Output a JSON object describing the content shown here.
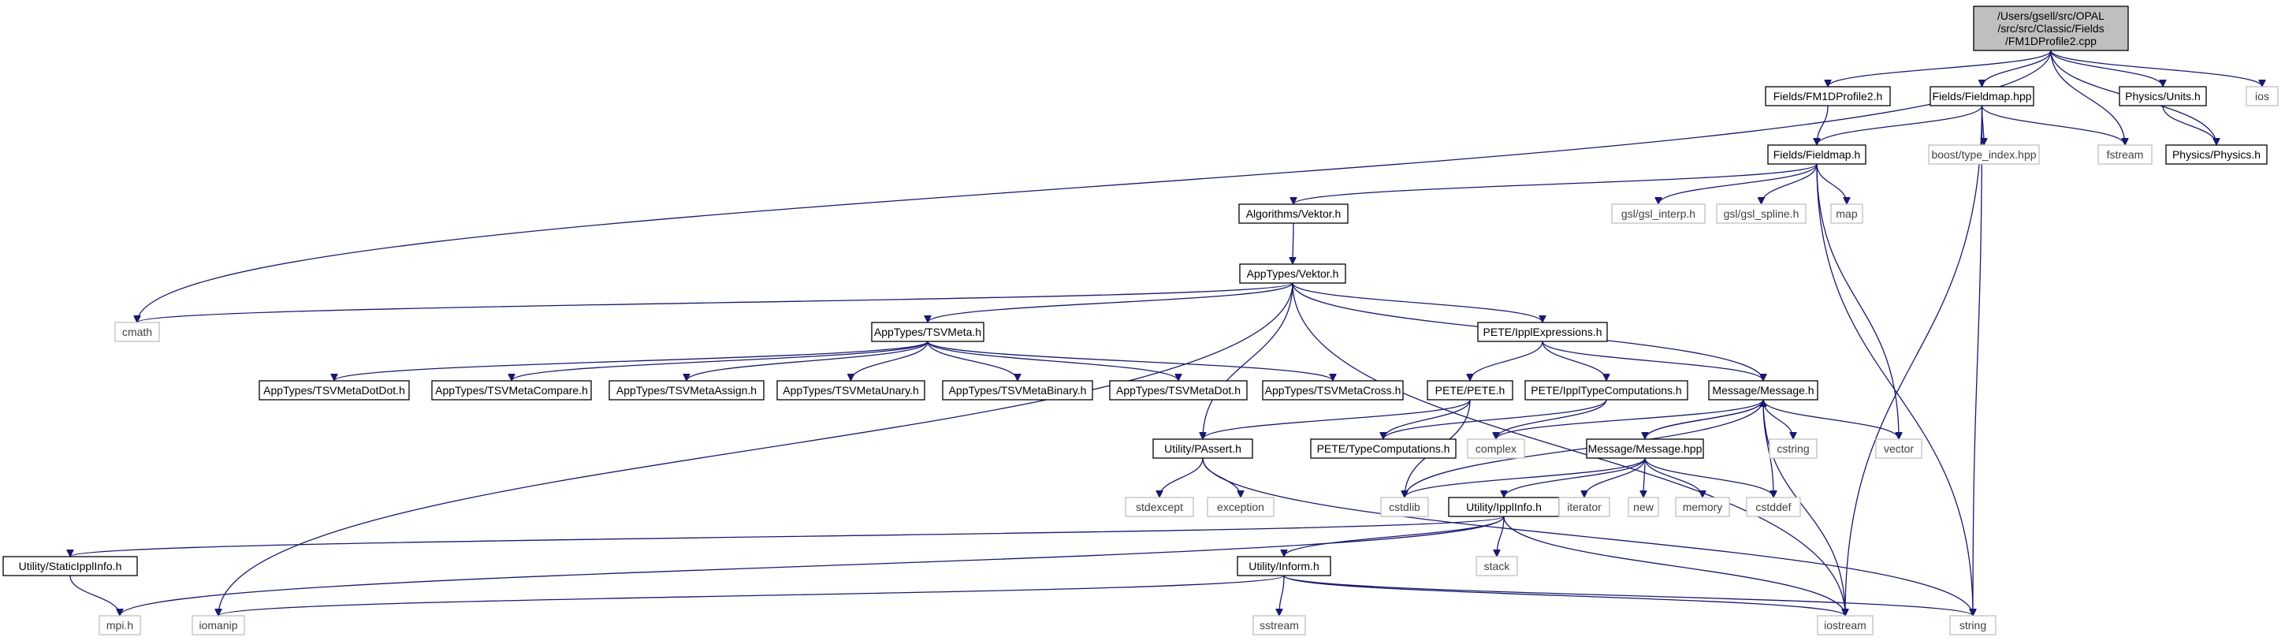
{
  "graph": {
    "title": "/Users/gsell/src/OPAL/src/src/Classic/Fields/FM1DProfile2.cpp",
    "colors": {
      "edge": "#191970",
      "root_fill": "#bfbfbf",
      "project_border": "#000000",
      "system_border": "#bfbfbf"
    },
    "nodes": [
      {
        "id": "root",
        "label": "/Users/gsell/src/OPAL\n/src/src/Classic/Fields\n/FM1DProfile2.cpp",
        "kind": "root"
      },
      {
        "id": "fm1d_h",
        "label": "Fields/FM1DProfile2.h",
        "kind": "project"
      },
      {
        "id": "fieldmap_hpp",
        "label": "Fields/Fieldmap.hpp",
        "kind": "project"
      },
      {
        "id": "physics_units",
        "label": "Physics/Units.h",
        "kind": "project"
      },
      {
        "id": "ios",
        "label": "ios",
        "kind": "system"
      },
      {
        "id": "fieldmap_h",
        "label": "Fields/Fieldmap.h",
        "kind": "project"
      },
      {
        "id": "boost_type_index",
        "label": "boost/type_index.hpp",
        "kind": "system"
      },
      {
        "id": "fstream",
        "label": "fstream",
        "kind": "system"
      },
      {
        "id": "physics_physics",
        "label": "Physics/Physics.h",
        "kind": "project"
      },
      {
        "id": "alg_vektor",
        "label": "Algorithms/Vektor.h",
        "kind": "project"
      },
      {
        "id": "gsl_interp",
        "label": "gsl/gsl_interp.h",
        "kind": "system"
      },
      {
        "id": "gsl_spline",
        "label": "gsl/gsl_spline.h",
        "kind": "system"
      },
      {
        "id": "map",
        "label": "map",
        "kind": "system"
      },
      {
        "id": "apptypes_vektor",
        "label": "AppTypes/Vektor.h",
        "kind": "project"
      },
      {
        "id": "cmath",
        "label": "cmath",
        "kind": "system"
      },
      {
        "id": "tsvmeta",
        "label": "AppTypes/TSVMeta.h",
        "kind": "project"
      },
      {
        "id": "ippl_expr",
        "label": "PETE/IpplExpressions.h",
        "kind": "project"
      },
      {
        "id": "tsv_dotdot",
        "label": "AppTypes/TSVMetaDotDot.h",
        "kind": "project"
      },
      {
        "id": "tsv_compare",
        "label": "AppTypes/TSVMetaCompare.h",
        "kind": "project"
      },
      {
        "id": "tsv_assign",
        "label": "AppTypes/TSVMetaAssign.h",
        "kind": "project"
      },
      {
        "id": "tsv_unary",
        "label": "AppTypes/TSVMetaUnary.h",
        "kind": "project"
      },
      {
        "id": "tsv_binary",
        "label": "AppTypes/TSVMetaBinary.h",
        "kind": "project"
      },
      {
        "id": "tsv_dot",
        "label": "AppTypes/TSVMetaDot.h",
        "kind": "project"
      },
      {
        "id": "tsv_cross",
        "label": "AppTypes/TSVMetaCross.h",
        "kind": "project"
      },
      {
        "id": "pete_h",
        "label": "PETE/PETE.h",
        "kind": "project"
      },
      {
        "id": "ippl_typecomp",
        "label": "PETE/IpplTypeComputations.h",
        "kind": "project"
      },
      {
        "id": "message_h",
        "label": "Message/Message.h",
        "kind": "project"
      },
      {
        "id": "pete_typecomp",
        "label": "PETE/TypeComputations.h",
        "kind": "project"
      },
      {
        "id": "complex",
        "label": "complex",
        "kind": "system"
      },
      {
        "id": "cstring",
        "label": "cstring",
        "kind": "system"
      },
      {
        "id": "vector",
        "label": "vector",
        "kind": "system"
      },
      {
        "id": "passert",
        "label": "Utility/PAssert.h",
        "kind": "project"
      },
      {
        "id": "message_hpp",
        "label": "Message/Message.hpp",
        "kind": "project"
      },
      {
        "id": "stdexcept",
        "label": "stdexcept",
        "kind": "system"
      },
      {
        "id": "exception",
        "label": "exception",
        "kind": "system"
      },
      {
        "id": "cstdlib",
        "label": "cstdlib",
        "kind": "system"
      },
      {
        "id": "ipplinfo",
        "label": "Utility/IpplInfo.h",
        "kind": "project"
      },
      {
        "id": "iterator",
        "label": "iterator",
        "kind": "system"
      },
      {
        "id": "new",
        "label": "new",
        "kind": "system"
      },
      {
        "id": "memory",
        "label": "memory",
        "kind": "system"
      },
      {
        "id": "cstddef",
        "label": "cstddef",
        "kind": "system"
      },
      {
        "id": "static_ippl",
        "label": "Utility/StaticIpplInfo.h",
        "kind": "project"
      },
      {
        "id": "stack",
        "label": "stack",
        "kind": "system"
      },
      {
        "id": "inform",
        "label": "Utility/Inform.h",
        "kind": "project"
      },
      {
        "id": "mpi",
        "label": "mpi.h",
        "kind": "system"
      },
      {
        "id": "iomanip",
        "label": "iomanip",
        "kind": "system"
      },
      {
        "id": "sstream",
        "label": "sstream",
        "kind": "system"
      },
      {
        "id": "iostream",
        "label": "iostream",
        "kind": "system"
      },
      {
        "id": "string",
        "label": "string",
        "kind": "system"
      }
    ],
    "edges": [
      [
        "root",
        "fm1d_h"
      ],
      [
        "root",
        "fieldmap_hpp"
      ],
      [
        "root",
        "physics_units"
      ],
      [
        "root",
        "ios"
      ],
      [
        "root",
        "fstream"
      ],
      [
        "root",
        "physics_physics"
      ],
      [
        "root",
        "cmath"
      ],
      [
        "fm1d_h",
        "fieldmap_h"
      ],
      [
        "fieldmap_hpp",
        "fieldmap_h"
      ],
      [
        "fieldmap_hpp",
        "boost_type_index"
      ],
      [
        "fieldmap_hpp",
        "fstream"
      ],
      [
        "fieldmap_hpp",
        "string"
      ],
      [
        "fieldmap_hpp",
        "iostream"
      ],
      [
        "physics_units",
        "physics_physics"
      ],
      [
        "fieldmap_h",
        "alg_vektor"
      ],
      [
        "fieldmap_h",
        "gsl_interp"
      ],
      [
        "fieldmap_h",
        "gsl_spline"
      ],
      [
        "fieldmap_h",
        "map"
      ],
      [
        "fieldmap_h",
        "vector"
      ],
      [
        "fieldmap_h",
        "string"
      ],
      [
        "alg_vektor",
        "apptypes_vektor"
      ],
      [
        "apptypes_vektor",
        "cmath"
      ],
      [
        "apptypes_vektor",
        "tsvmeta"
      ],
      [
        "apptypes_vektor",
        "ippl_expr"
      ],
      [
        "apptypes_vektor",
        "message_h"
      ],
      [
        "apptypes_vektor",
        "passert"
      ],
      [
        "apptypes_vektor",
        "iomanip"
      ],
      [
        "apptypes_vektor",
        "iostream"
      ],
      [
        "tsvmeta",
        "tsv_dotdot"
      ],
      [
        "tsvmeta",
        "tsv_compare"
      ],
      [
        "tsvmeta",
        "tsv_assign"
      ],
      [
        "tsvmeta",
        "tsv_unary"
      ],
      [
        "tsvmeta",
        "tsv_binary"
      ],
      [
        "tsvmeta",
        "tsv_dot"
      ],
      [
        "tsvmeta",
        "tsv_cross"
      ],
      [
        "ippl_expr",
        "pete_h"
      ],
      [
        "ippl_expr",
        "ippl_typecomp"
      ],
      [
        "ippl_expr",
        "message_h"
      ],
      [
        "pete_h",
        "pete_typecomp"
      ],
      [
        "pete_h",
        "passert"
      ],
      [
        "pete_h",
        "cstdlib"
      ],
      [
        "ippl_typecomp",
        "pete_typecomp"
      ],
      [
        "ippl_typecomp",
        "complex"
      ],
      [
        "message_h",
        "complex"
      ],
      [
        "message_h",
        "cstring"
      ],
      [
        "message_h",
        "vector"
      ],
      [
        "message_h",
        "message_hpp"
      ],
      [
        "message_h",
        "cstdlib"
      ],
      [
        "message_h",
        "cstddef"
      ],
      [
        "message_h",
        "iostream"
      ],
      [
        "passert",
        "stdexcept"
      ],
      [
        "passert",
        "exception"
      ],
      [
        "passert",
        "string"
      ],
      [
        "message_hpp",
        "message_h"
      ],
      [
        "message_hpp",
        "cstdlib"
      ],
      [
        "message_hpp",
        "ipplinfo"
      ],
      [
        "message_hpp",
        "iterator"
      ],
      [
        "message_hpp",
        "new"
      ],
      [
        "message_hpp",
        "memory"
      ],
      [
        "message_hpp",
        "cstddef"
      ],
      [
        "ipplinfo",
        "static_ippl"
      ],
      [
        "ipplinfo",
        "stack"
      ],
      [
        "ipplinfo",
        "inform"
      ],
      [
        "ipplinfo",
        "mpi"
      ],
      [
        "ipplinfo",
        "iostream"
      ],
      [
        "static_ippl",
        "mpi"
      ],
      [
        "inform",
        "iomanip"
      ],
      [
        "inform",
        "sstream"
      ],
      [
        "inform",
        "iostream"
      ],
      [
        "inform",
        "string"
      ]
    ]
  }
}
